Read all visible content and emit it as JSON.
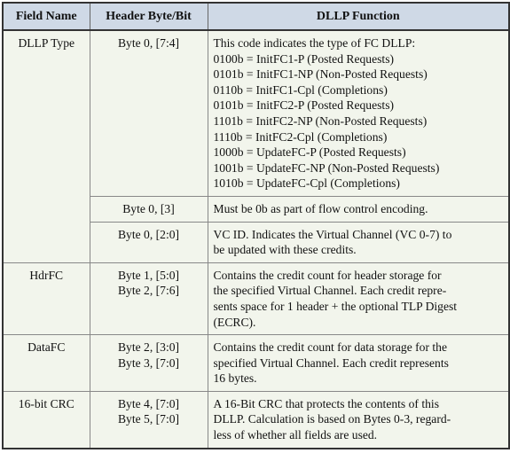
{
  "headers": {
    "field_name": "Field Name",
    "header_byte_bit": "Header Byte/Bit",
    "dllp_function": "DLLP Function"
  },
  "rows": {
    "dllp_type": {
      "name": "DLLP Type",
      "sub": [
        {
          "byte": [
            "Byte 0, [7:4]"
          ],
          "func": [
            "This code indicates the type of FC DLLP:",
            "0100b = InitFC1-P (Posted Requests)",
            "0101b = InitFC1-NP (Non-Posted Requests)",
            "0110b = InitFC1-Cpl (Completions)",
            "0101b = InitFC2-P (Posted Requests)",
            "1101b = InitFC2-NP (Non-Posted Requests)",
            "1110b = InitFC2-Cpl (Completions)",
            "1000b = UpdateFC-P (Posted Requests)",
            "1001b = UpdateFC-NP (Non-Posted Requests)",
            "1010b = UpdateFC-Cpl (Completions)"
          ]
        },
        {
          "byte": [
            "Byte 0, [3]"
          ],
          "func": [
            "Must be 0b as part of flow control encoding."
          ]
        },
        {
          "byte": [
            "Byte 0, [2:0]"
          ],
          "func": [
            "VC ID. Indicates the Virtual Channel (VC 0-7) to",
            "be updated with these credits."
          ]
        }
      ]
    },
    "hdrfc": {
      "name": "HdrFC",
      "byte": [
        "Byte 1, [5:0]",
        "Byte 2, [7:6]"
      ],
      "func": [
        "Contains the credit count for header storage for",
        "the specified Virtual Channel. Each credit repre-",
        "sents space for 1 header + the optional TLP Digest",
        "(ECRC)."
      ]
    },
    "datafc": {
      "name": "DataFC",
      "byte": [
        "Byte 2, [3:0]",
        "Byte 3, [7:0]"
      ],
      "func": [
        "Contains the credit count for data storage for the",
        "specified Virtual Channel. Each credit represents",
        "16 bytes."
      ]
    },
    "crc": {
      "name": "16-bit CRC",
      "byte": [
        "Byte 4, [7:0]",
        "Byte 5, [7:0]"
      ],
      "func": [
        "A 16-Bit CRC that protects the contents of this",
        "DLLP. Calculation is based on Bytes 0-3, regard-",
        "less of whether all fields are used."
      ]
    }
  }
}
